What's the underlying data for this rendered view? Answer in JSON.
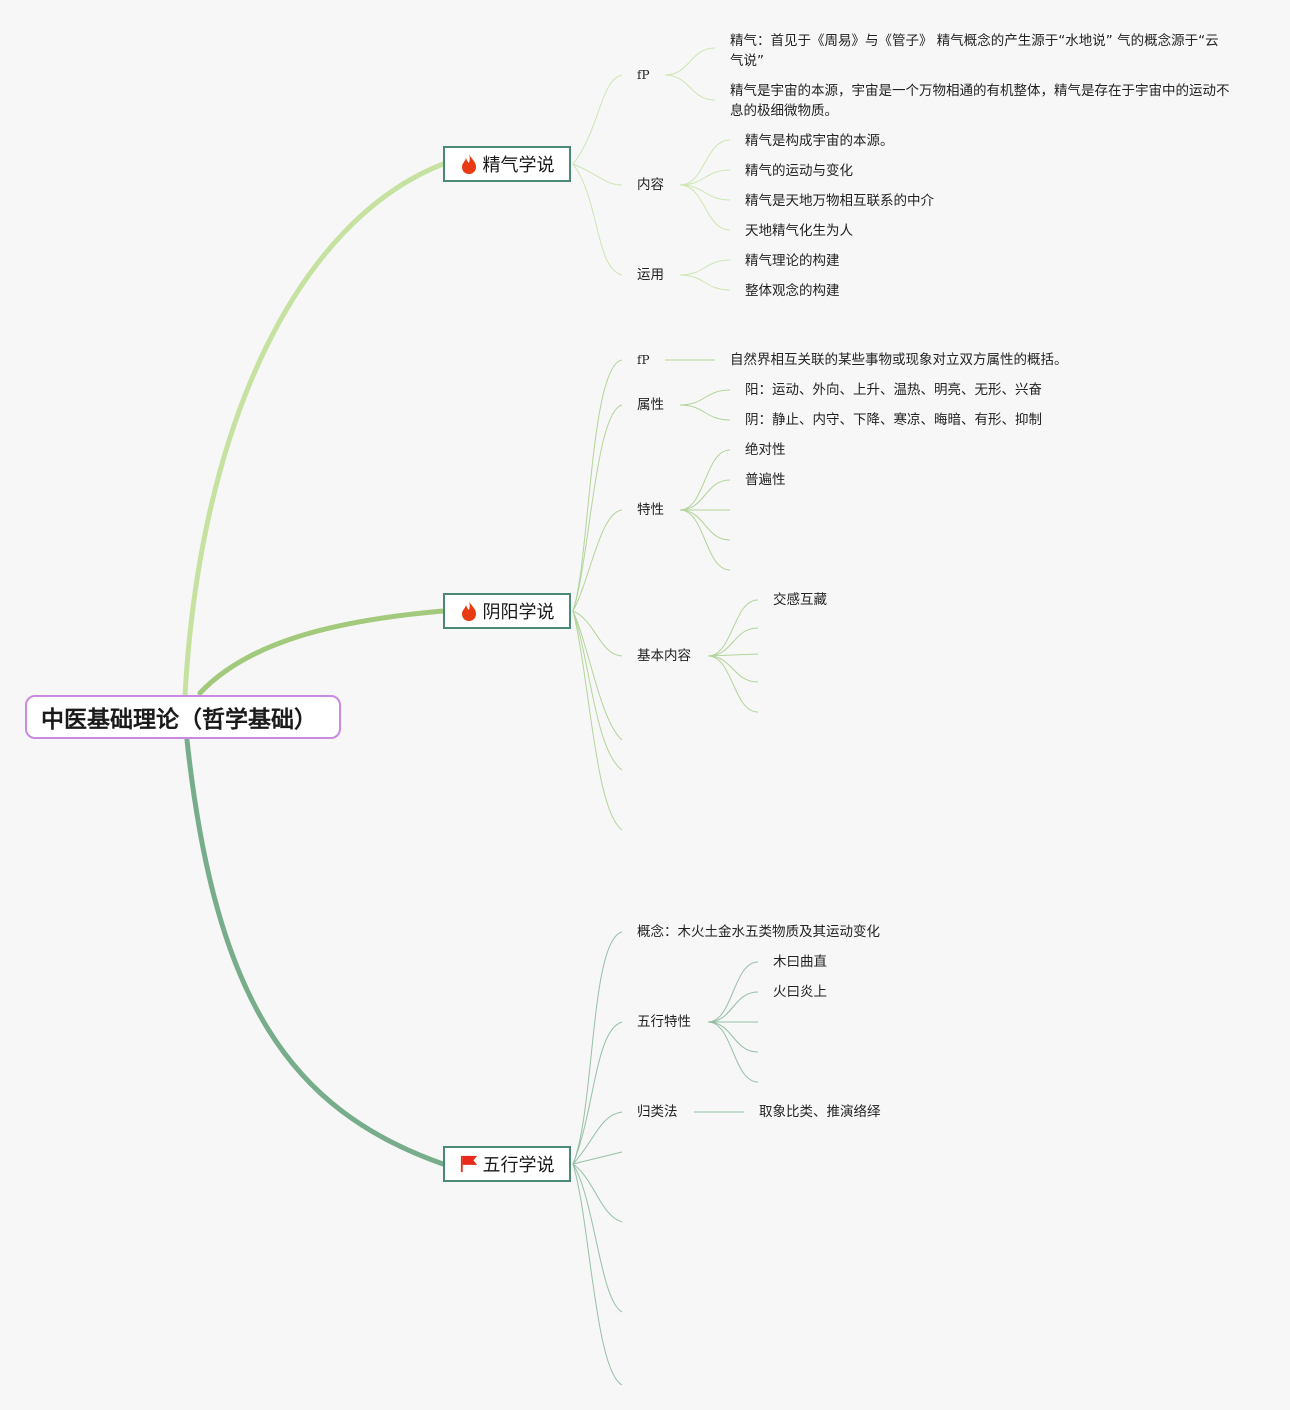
{
  "root": {
    "title": "中医基础理论（哲学基础）"
  },
  "branches": {
    "jingqi": {
      "label": "精气学说",
      "icon": "fire-icon",
      "fp_label": "fP",
      "fp_items": [
        "精气：首见于《周易》与《管子》 精气概念的产生源于“水地说” 气的概念源于“云气说”",
        "精气是宇宙的本源，宇宙是一个万物相通的有机整体，精气是存在于宇宙中的运动不息的极细微物质。"
      ],
      "content_label": "内容",
      "content_items": [
        "精气是构成宇宙的本源。",
        "精气的运动与变化",
        "精气是天地万物相互联系的中介",
        "天地精气化生为人"
      ],
      "use_label": "运用",
      "use_items": [
        "精气理论的构建",
        "整体观念的构建"
      ]
    },
    "yinyang": {
      "label": "阴阳学说",
      "icon": "fire-icon",
      "fp_label": "fP",
      "fp_item": "自然界相互关联的某些事物或现象对立双方属性的概括。",
      "attr_label": "属性",
      "attr_items": [
        "阳：运动、外向、上升、温热、明亮、无形、兴奋",
        "阴：静止、内守、下降、寒凉、晦暗、有形、抑制"
      ],
      "trait_label": "特性",
      "trait_items": [
        "绝对性",
        "普遍性"
      ],
      "basic_label": "基本内容",
      "basic_items": [
        "交感互藏"
      ]
    },
    "wuxing": {
      "label": "五行学说",
      "icon": "red-flag-icon",
      "concept": "概念：木火土金水五类物质及其运动变化",
      "trait_label": "五行特性",
      "trait_items": [
        "木曰曲直",
        "火曰炎上"
      ],
      "method_label": "归类法",
      "method_item": "取象比类、推演络绎"
    }
  },
  "colors": {
    "root_border": "#c98ae0",
    "branch_border": "#4a8a72",
    "link_jingqi": "#c6e2a0",
    "link_yinyang": "#a3c97d",
    "link_wuxing": "#78ad8c",
    "fire": "#e83b14",
    "flag": "#e82a1a",
    "background": "#f7f7f7"
  }
}
